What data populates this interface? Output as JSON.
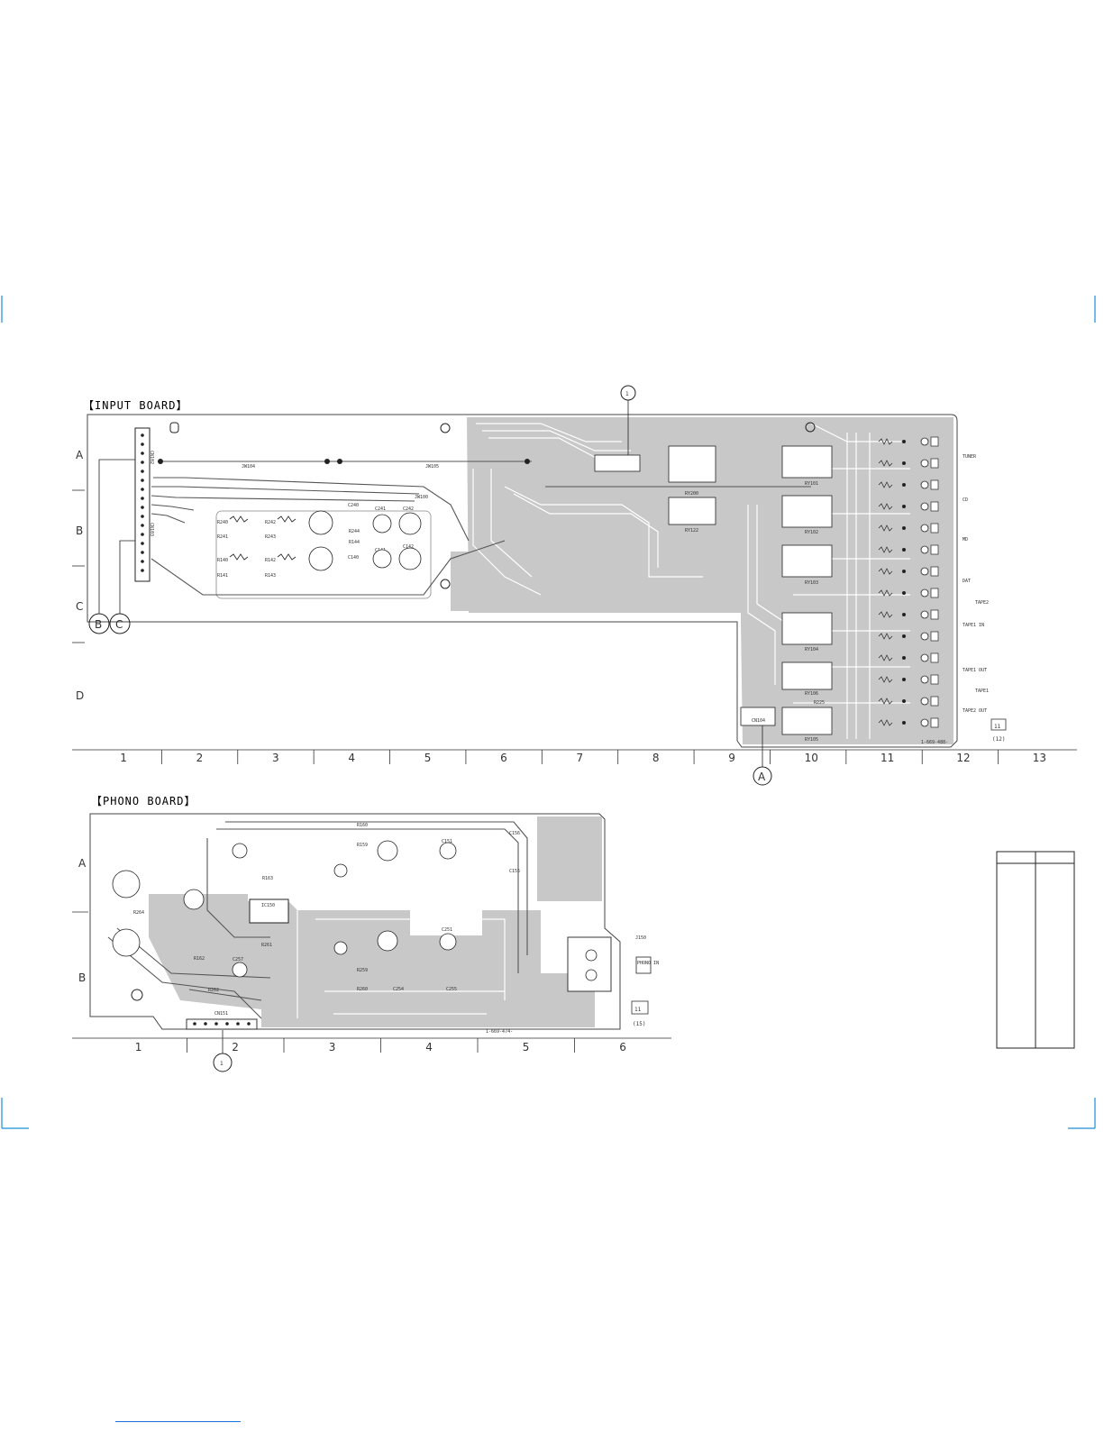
{
  "input_board": {
    "title": "【INPUT BOARD】",
    "row_letters": [
      "A",
      "B",
      "C",
      "D"
    ],
    "column_numbers": [
      "1",
      "2",
      "3",
      "4",
      "5",
      "6",
      "7",
      "8",
      "9",
      "10",
      "11",
      "12",
      "13"
    ],
    "part_number": "1-669-488-",
    "page_ref": "11",
    "page_ref_sub": "(12)",
    "callouts": [
      "1",
      "A",
      "B",
      "C"
    ],
    "labels": {
      "cn102": "CN102",
      "cn103": "CN103",
      "cn104": "CN104",
      "jw104": "JW104",
      "jw105": "JW105",
      "jw100": "JW100",
      "r240": "R240",
      "r242": "R242",
      "r241": "R241",
      "r243": "R243",
      "r140": "R140",
      "r142": "R142",
      "r141": "R141",
      "r143": "R143",
      "c240": "C240",
      "c241": "C241",
      "c242": "C242",
      "c140": "C140",
      "c141": "C141",
      "c142": "C142",
      "r244": "R244",
      "r144": "R144",
      "ry200": "RY200",
      "ry122": "RY122",
      "ry101": "RY101",
      "ry102": "RY102",
      "ry103": "RY103",
      "ry104": "RY104",
      "ry105": "RY105",
      "ry106": "RY106",
      "r225": "R225"
    },
    "jacks": [
      "TUNER",
      "CD",
      "MD",
      "DAT",
      "TAPE1 IN",
      "TAPE1 OUT",
      "TAPE2 OUT"
    ],
    "side_note_1": "TAPE2",
    "side_note_2": "TAPE1"
  },
  "phono_board": {
    "title": "【PHONO BOARD】",
    "row_letters": [
      "A",
      "B"
    ],
    "column_numbers": [
      "1",
      "2",
      "3",
      "4",
      "5",
      "6"
    ],
    "part_number": "1-669-474-",
    "page_ref": "11",
    "page_ref_sub": "(15)",
    "callouts": [
      "1"
    ],
    "labels": {
      "r160": "R160",
      "r159": "R159",
      "r163": "R163",
      "r162": "R162",
      "r261": "R261",
      "r262": "R262",
      "r259": "R259",
      "r260": "R260",
      "ic150": "IC150",
      "cn151": "CN151",
      "c156": "C156",
      "c155": "C155",
      "c254": "C254",
      "c255": "C255",
      "c251": "C251",
      "c151": "C151",
      "c257": "C257",
      "r264": "R264",
      "j150": "J150"
    },
    "jack_label": "PHONO IN"
  },
  "colors": {
    "copper": "#c8c8c8",
    "trace": "#ffffff",
    "ink": "#222222",
    "crop_marks": "#1a8fd6"
  }
}
